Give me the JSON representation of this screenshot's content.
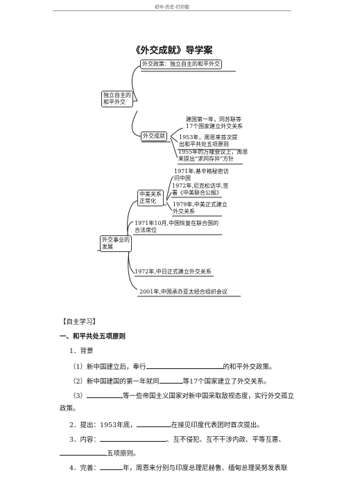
{
  "header": {
    "text": "初中-历史-打印版"
  },
  "title": "《外交成就》导学案",
  "mindmap": {
    "root1": {
      "line1": "独立自主的",
      "line2": "和平外交"
    },
    "policy": "外交政策：独立自主的和平外交",
    "achievements": "外交成就",
    "ach_item1": {
      "line1": "建国第一年，同苏联等",
      "line2": "17个国家建立外交关系"
    },
    "ach_item2": {
      "line1": "1953年，周恩来首次提",
      "line2": "出和平共处五项原则"
    },
    "ach_item3": {
      "line1": "1955年的万隆会议上，周恩",
      "line2": "来提出“求同存异”方针"
    },
    "root2": {
      "line1": "外交事业的",
      "line2": "发展"
    },
    "sino_us": {
      "line1": "中美关系",
      "line2": "正常化"
    },
    "us_item1": {
      "line1": "1971年,基辛格秘密访",
      "line2": "问中国"
    },
    "us_item2": {
      "line1": "1972年,尼克松访华,签",
      "line2": "署《中美联合公报》"
    },
    "us_item3": {
      "line1": "1979年,中美正式建立",
      "line2": "外交关系"
    },
    "un": {
      "line1": "1971年10月,中国恢复在联合国的",
      "line2": "合法席位"
    },
    "japan": "1972年,中日正式建立外交关系",
    "apec": "2001年,中国承办亚太经合组织会议"
  },
  "study": {
    "heading": "【自主学习】",
    "section1": "一、和平共处五项原则",
    "item1": "1．背景",
    "q1a": "（1）新中国建立后，奉行",
    "q1b": "的和平外交政策。",
    "q2a": "（2）新中国建国的第一年就同",
    "q2b": "等17个国家建立了外交关系。",
    "q3a": "（3）",
    "q3b": "等一些帝国主义国家对新中国采取敌视态度，实行外交孤立",
    "q3c": "政策。",
    "item2a": "2．提出：1953年底，",
    "item2b": "在接见印度代表团时首次提出。",
    "item3a": "3．内容：",
    "item3b": "、互不侵犯、互不干涉内政、平等互惠、",
    "item3c": "五项原则。",
    "item4a": "4．完善：",
    "item4b": "年，周恩来分别与印度总理尼赫鲁、缅甸总理吴努发表联"
  }
}
